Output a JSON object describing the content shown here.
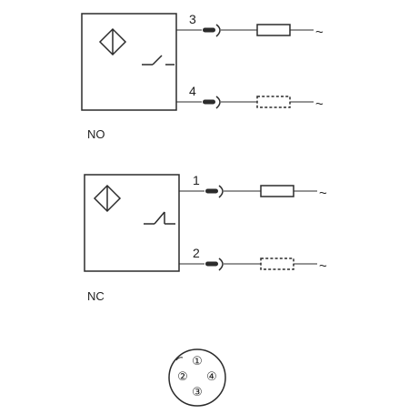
{
  "diagrams": {
    "no": {
      "label": "NO",
      "wires": [
        {
          "pin": "3",
          "load": "solid",
          "end": "~"
        },
        {
          "pin": "4",
          "load": "dashed",
          "end": "~"
        }
      ]
    },
    "nc": {
      "label": "NC",
      "wires": [
        {
          "pin": "1",
          "load": "solid",
          "end": "~"
        },
        {
          "pin": "2",
          "load": "dashed",
          "end": "~"
        }
      ]
    }
  },
  "connector": {
    "pins": [
      "①",
      "②",
      "③",
      "④"
    ]
  }
}
